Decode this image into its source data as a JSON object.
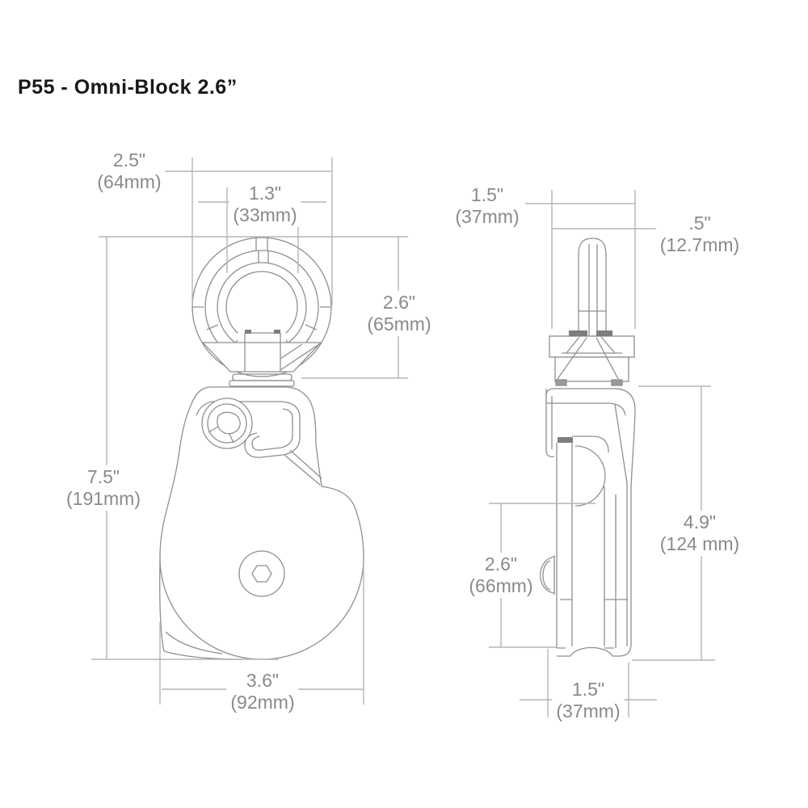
{
  "title": "P55 - Omni-Block 2.6”",
  "product_code": "P55",
  "product_name": "Omni-Block 2.6”",
  "colors": {
    "background": "#ffffff",
    "title_text": "#191919",
    "drawing_line": "#8f8f8f",
    "dimension_line": "#b5b5b5",
    "dimension_text": "#8a8a8a",
    "accent_dark_tab": "#7d7d7d"
  },
  "views": {
    "front": {
      "label": "front-view"
    },
    "side": {
      "label": "side-view"
    }
  },
  "dimensions": {
    "front": {
      "outer_width": {
        "inches": "2.5\"",
        "metric": "(64mm)"
      },
      "eye_opening": {
        "inches": "1.3\"",
        "metric": "(33mm)"
      },
      "swivel_height": {
        "inches": "2.6\"",
        "metric": "(65mm)"
      },
      "overall_height": {
        "inches": "7.5\"",
        "metric": "(191mm)"
      },
      "body_width": {
        "inches": "3.6\"",
        "metric": "(92mm)"
      }
    },
    "side": {
      "top_width": {
        "inches": "1.5\"",
        "metric": "(37mm)"
      },
      "eye_thickness": {
        "inches": ".5\"",
        "metric": "(12.7mm)"
      },
      "body_height": {
        "inches": "4.9\"",
        "metric": "(124 mm)"
      },
      "sheave_diameter": {
        "inches": "2.6\"",
        "metric": "(66mm)"
      },
      "body_thickness": {
        "inches": "1.5\"",
        "metric": "(37mm)"
      }
    }
  }
}
